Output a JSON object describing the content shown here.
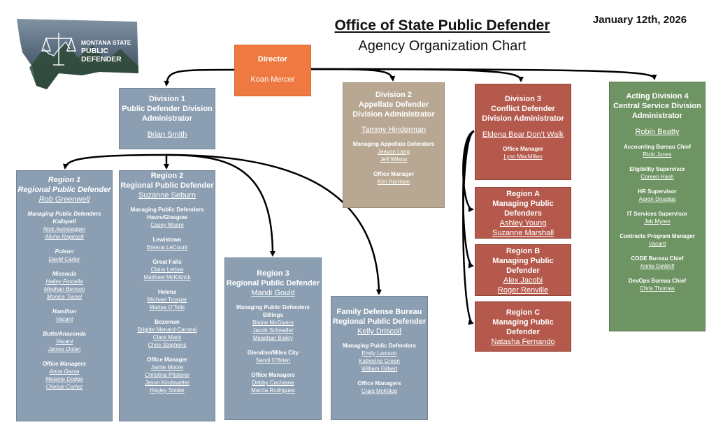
{
  "header": {
    "title": "Office of State Public Defender",
    "subtitle": "Agency Organization Chart",
    "date": "January 12th, 2026",
    "logo_text": [
      "MONTANA STATE",
      "PUBLIC",
      "DEFENDER"
    ]
  },
  "director": {
    "title": "Director",
    "name": "Koan Mercer"
  },
  "division1": {
    "title": [
      "Division 1",
      "Public Defender Division",
      "Administrator"
    ],
    "name": "Brian Smith"
  },
  "division2": {
    "title": [
      "Division 2",
      "Appellate Defender",
      "Division Administrator"
    ],
    "name": "Tammy Hinderman",
    "groups": [
      {
        "heading": "Managing Appellate Defenders",
        "names": [
          "Jeavon Lang",
          "Jeff Wilson"
        ]
      },
      {
        "heading": "Office Manager",
        "names": [
          "Kim Harrison"
        ]
      }
    ]
  },
  "division3": {
    "title": [
      "Division 3",
      "Conflict Defender",
      "Division Administrator"
    ],
    "name": "Eldena Bear Don’t Walk",
    "groups": [
      {
        "heading": "Office Manager",
        "names": [
          "Lynn MacMillan"
        ]
      }
    ]
  },
  "regionA": {
    "title": [
      "Region A",
      "Managing Public",
      "Defenders"
    ],
    "names": [
      "Ashley Young",
      "Suzanne Marshall"
    ]
  },
  "regionB": {
    "title": [
      "Region B",
      "Managing Public",
      "Defender"
    ],
    "names": [
      "Alex Jacobi",
      "Roger Renville"
    ]
  },
  "regionC": {
    "title": [
      "Region C",
      "Managing Public",
      "Defender"
    ],
    "names": [
      "Natasha Fernando"
    ]
  },
  "division4": {
    "title": [
      "Acting Division 4",
      "Central Service Division",
      "Administrator"
    ],
    "name": "Robin Beatty",
    "groups": [
      {
        "heading": "Accounting Bureau Chief",
        "names": [
          "Ricki Jones"
        ]
      },
      {
        "heading": "Eligibility Supervisor",
        "names": [
          "Coreen Hash"
        ]
      },
      {
        "heading": "HR Supervisor",
        "names": [
          "Aaron Douglas"
        ]
      },
      {
        "heading": "IT Services Supervisor",
        "names": [
          "Jeb Myren"
        ]
      },
      {
        "heading": "Contracts Program Manager",
        "names": [
          "Vacant"
        ],
        "italic": true
      },
      {
        "heading": "CODE Bureau Chief",
        "names": [
          "Annie DeWolf"
        ]
      },
      {
        "heading": "DevOps Bureau Chief",
        "names": [
          "Chris Thomas"
        ]
      }
    ]
  },
  "region1": {
    "title": [
      "Region 1",
      "Regional Public Defender"
    ],
    "name": "Rob Greenwell",
    "groups": [
      {
        "heading": "Managing Public Defenders",
        "sub": "Kalispell",
        "names": [
          "Nick Aemisegger",
          "Alisha Rapkoch"
        ]
      },
      {
        "heading": "Polson",
        "names": [
          "David Carter"
        ]
      },
      {
        "heading": "Missoula",
        "names": [
          "Hailey Forcella",
          "Meghan Benson",
          "Monica Tranel"
        ]
      },
      {
        "heading": "Hamilton",
        "names": [
          "Vacant"
        ]
      },
      {
        "heading": "Butte/Anaconda",
        "names": [
          "Vacant",
          "James Dolan"
        ]
      },
      {
        "heading": "Office Managers",
        "names": [
          "Anna Garza",
          "Melanie Dodge",
          "Chelsie Cortez"
        ]
      }
    ]
  },
  "region2": {
    "title": [
      "Region 2",
      "Regional Public Defender"
    ],
    "name": "Suzanne Seburn",
    "groups": [
      {
        "heading": "Managing Public Defenders",
        "sub": "Havre/Glasgow",
        "names": [
          "Casey Moore"
        ]
      },
      {
        "heading": "Lewistown",
        "names": [
          "Breena LeCount"
        ]
      },
      {
        "heading": "Great Falls",
        "names": [
          "Claire Lettow",
          "Matthew McKittrick"
        ]
      },
      {
        "heading": "Helena",
        "names": [
          "Michael Trosper",
          "Marisa O’Tolls"
        ]
      },
      {
        "heading": "Bozeman",
        "names": [
          "Brigitte Menard-Carneal",
          "Clare Mack",
          "Chris Stephens"
        ]
      },
      {
        "heading": "Office Manager",
        "names": [
          "Jamie Moore",
          "Christina Pfisterer",
          "Jason Kindsvatter",
          "Hayley Snider"
        ]
      }
    ]
  },
  "region3": {
    "title": [
      "Region 3",
      "Regional Public Defender"
    ],
    "name": "Mandi Gould",
    "groups": [
      {
        "heading": "Managing Public Defenders",
        "sub": "Billings",
        "names": [
          "Blaine McGivern",
          "Jacob Schwaller",
          "Meaghan Bailey"
        ]
      },
      {
        "heading": "Glendive/Miles City",
        "names": [
          "Sandi O’Brien"
        ]
      },
      {
        "heading": "Office Managers",
        "names": [
          "Debby Cochrane",
          "Marcia Rodrigues"
        ]
      }
    ]
  },
  "familyDefense": {
    "title": [
      "Family Defense Bureau",
      "Regional Public Defender"
    ],
    "name": "Kelly Driscoll",
    "groups": [
      {
        "heading": "Managing Public Defenders",
        "names": [
          "Emily Lamson",
          "Katherine Green",
          "William Gilbert"
        ]
      },
      {
        "heading": "Office Managers",
        "names": [
          "Craig McKillop"
        ]
      }
    ]
  },
  "colors": {
    "slate": "#8c9fb2",
    "tan": "#b8a893",
    "red": "#b5594c",
    "green": "#6f9463",
    "orange": "#ee7a41"
  }
}
